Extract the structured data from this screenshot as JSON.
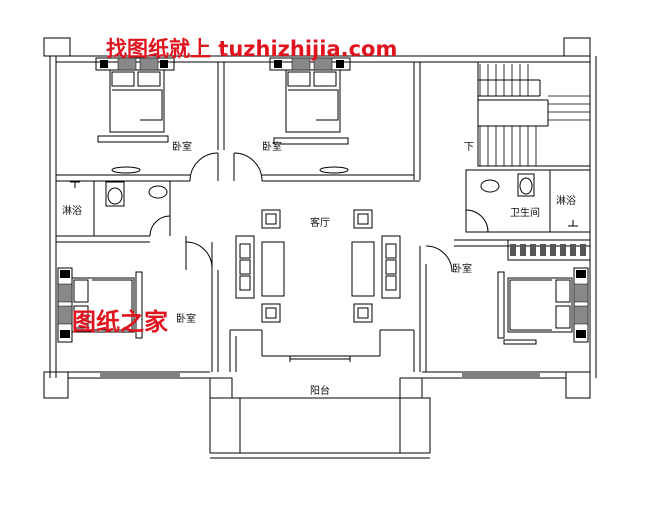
{
  "watermark_top": "找图纸就上 tuzhizhijia.com",
  "watermark_mid": "图纸之家",
  "watermark_color": "#e0141e",
  "rooms": {
    "bedroom_nw": "卧室",
    "bedroom_n": "卧室",
    "bedroom_sw": "卧室",
    "bedroom_se": "卧室",
    "bath_w": "淋浴",
    "bath_e": "淋浴",
    "bathroom_e": "卫生间",
    "living": "客厅",
    "balcony": "阳台",
    "stair_down": "下"
  }
}
